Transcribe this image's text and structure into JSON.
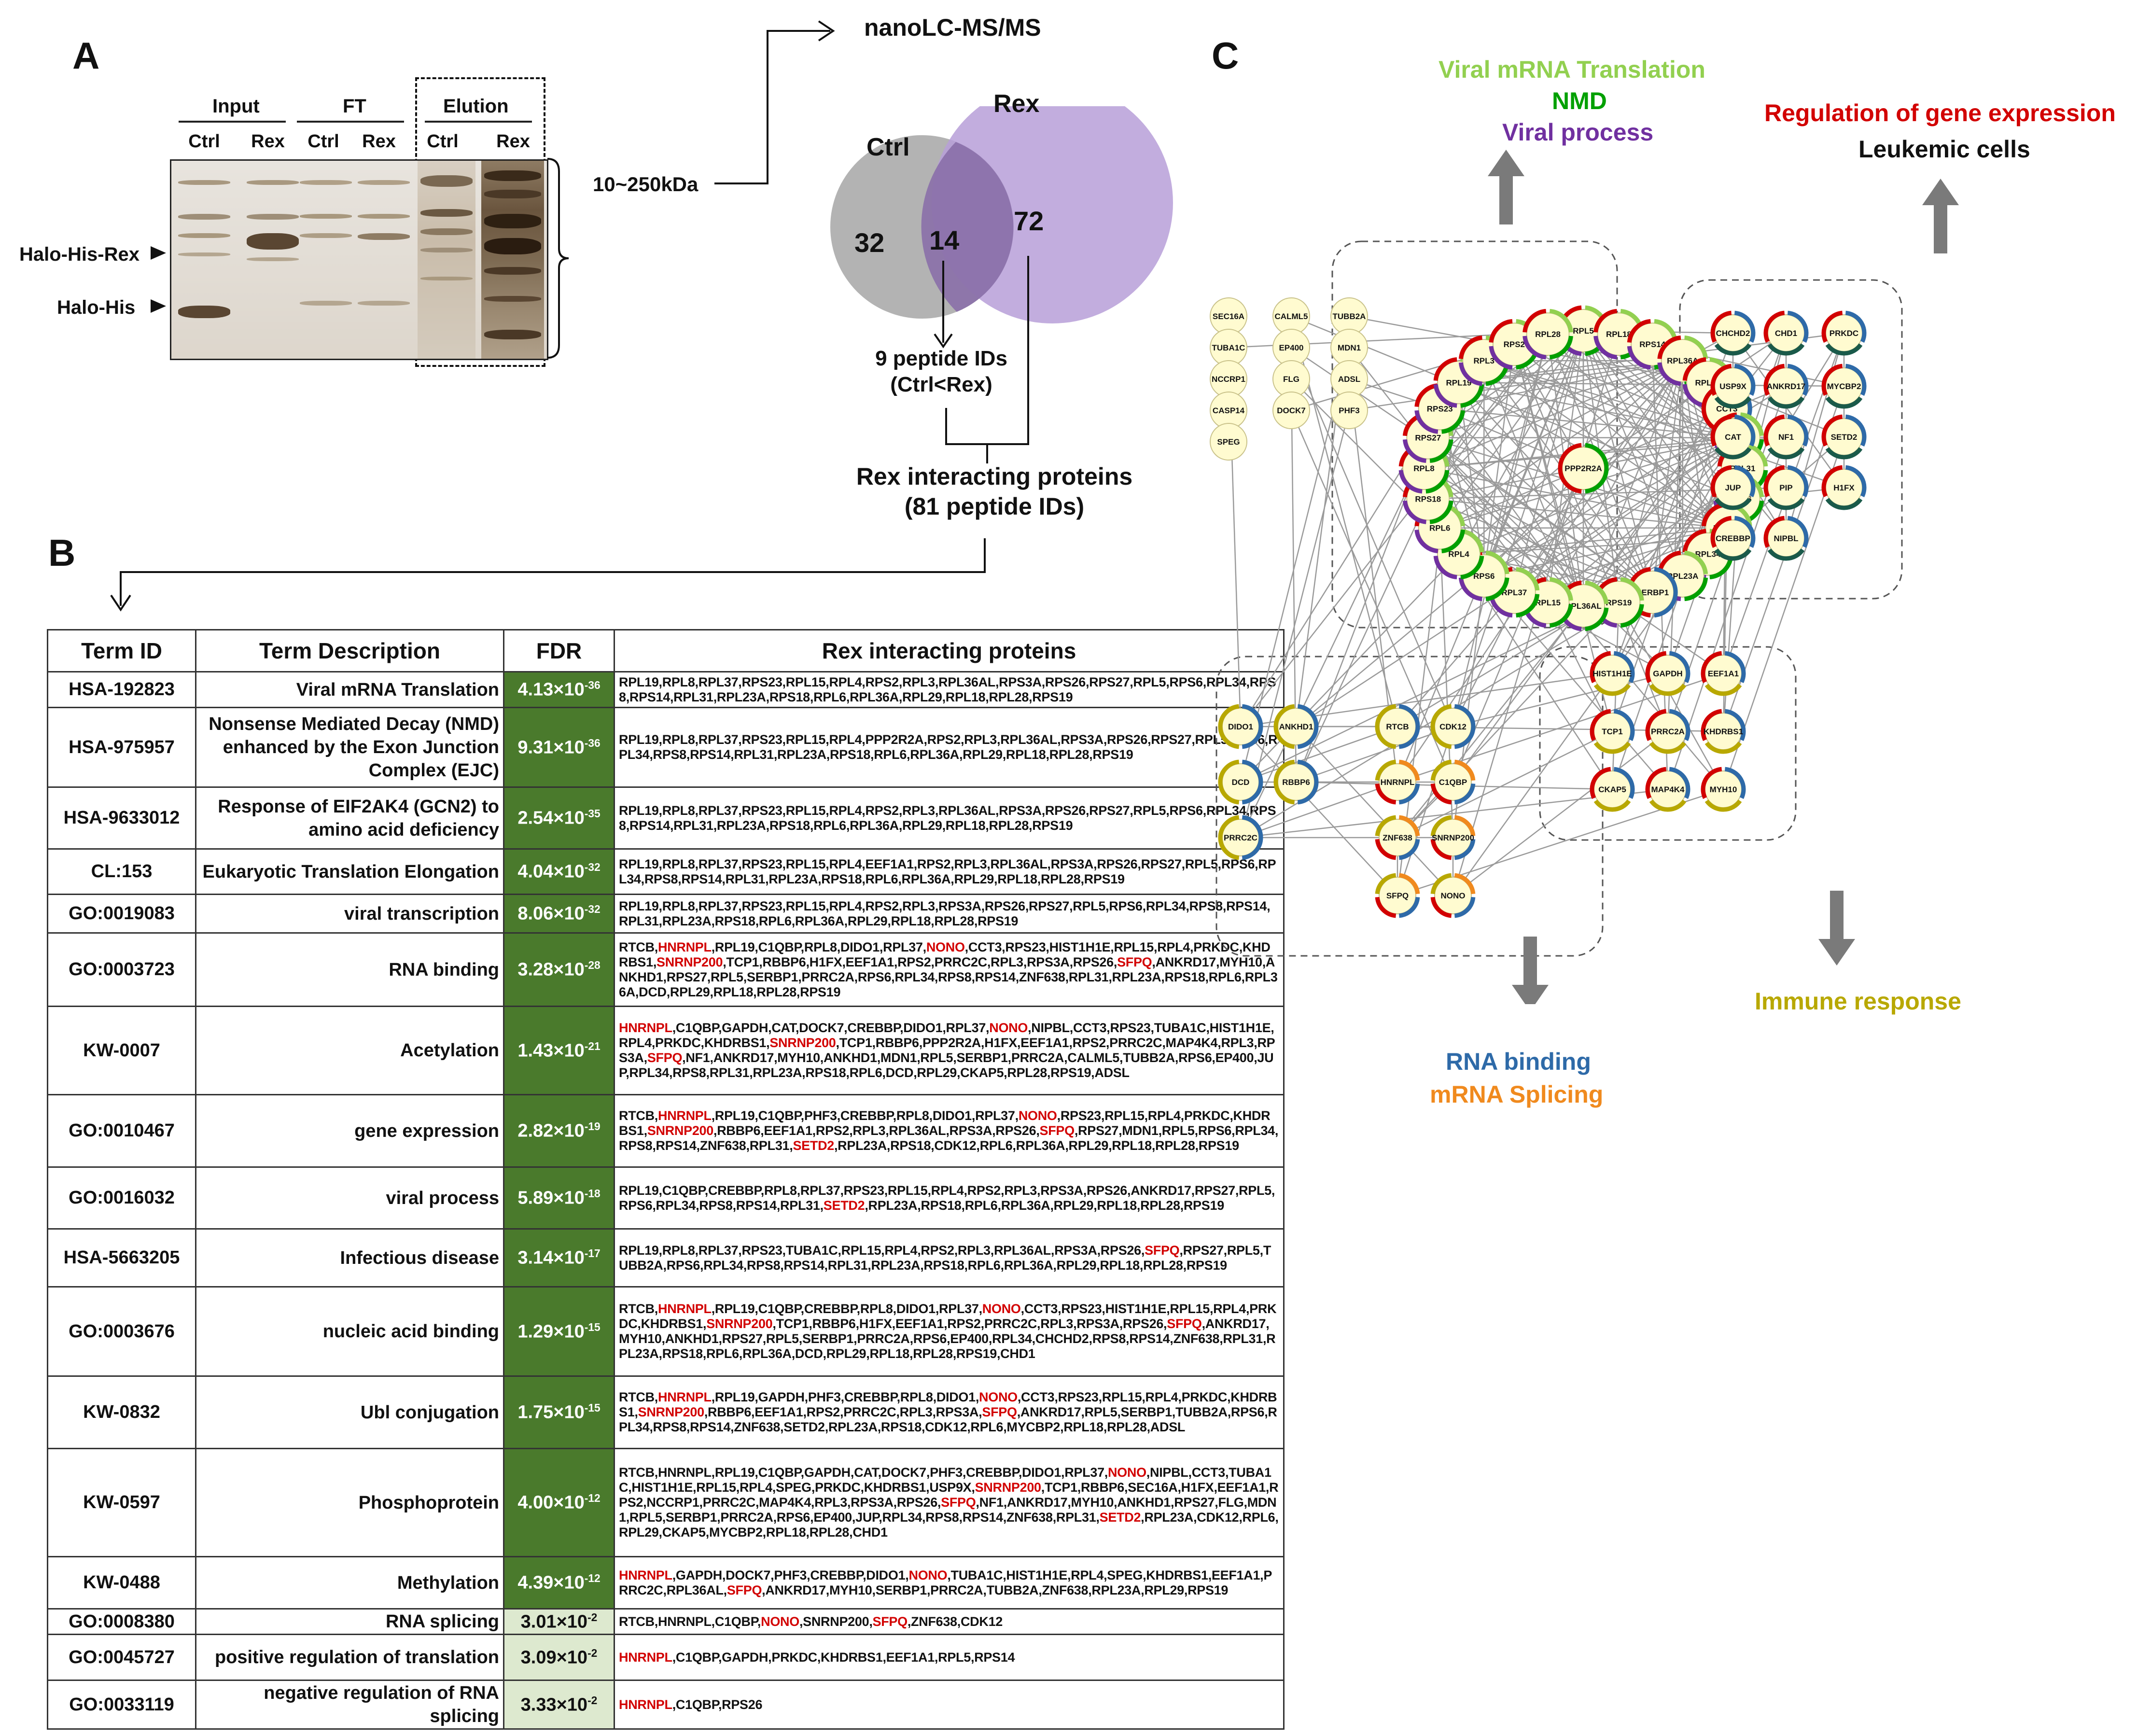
{
  "panels": {
    "a": "A",
    "b": "B",
    "c": "C"
  },
  "panel_a": {
    "groups": [
      "Input",
      "FT",
      "Elution"
    ],
    "lanes": [
      "Ctrl",
      "Rex",
      "Ctrl",
      "Rex",
      "Ctrl",
      "Rex"
    ],
    "band_labels": [
      "Halo-His-Rex",
      "Halo-His"
    ],
    "range_label": "10~250kDa",
    "ms_label": "nanoLC-MS/MS",
    "venn": {
      "ctrl_label": "Ctrl",
      "rex_label": "Rex",
      "ctrl_only": "32",
      "overlap": "14",
      "rex_only": "72",
      "overlap_note_line1": "9 peptide IDs",
      "overlap_note_line2": "(Ctrl<Rex)",
      "result_line1": "Rex interacting proteins",
      "result_line2": "(81 peptide IDs)"
    }
  },
  "table": {
    "headers": [
      "Term ID",
      "Term Description",
      "FDR",
      "Rex interacting proteins"
    ],
    "rows": [
      {
        "id": "HSA-192823",
        "desc": "Viral mRNA Translation",
        "fdr_base": "4.13×10",
        "fdr_exp": "-36",
        "light": false,
        "proteins": "RPL19,RPL8,RPL37,RPS23,RPL15,RPL4,RPS2,RPL3,RPL36AL,RPS3A,RPS26,RPS27,RPL5,RPS6,RPL34,RPS8,RPS14,RPL31,RPL23A,RPS18,RPL6,RPL36A,RPL29,RPL18,RPL28,RPS19"
      },
      {
        "id": "HSA-975957",
        "desc": "Nonsense Mediated Decay (NMD) enhanced by the Exon Junction Complex (EJC)",
        "fdr_base": "9.31×10",
        "fdr_exp": "-36",
        "light": false,
        "proteins": "RPL19,RPL8,RPL37,RPS23,RPL15,RPL4,PPP2R2A,RPS2,RPL3,RPL36AL,RPS3A,RPS26,RPS27,RPL5,RPS6,RPL34,RPS8,RPS14,RPL31,RPL23A,RPS18,RPL6,RPL36A,RPL29,RPL18,RPL28,RPS19"
      },
      {
        "id": "HSA-9633012",
        "desc": "Response of EIF2AK4 (GCN2) to amino acid deficiency",
        "fdr_base": "2.54×10",
        "fdr_exp": "-35",
        "light": false,
        "proteins": "RPL19,RPL8,RPL37,RPS23,RPL15,RPL4,RPS2,RPL3,RPL36AL,RPS3A,RPS26,RPS27,RPL5,RPS6,RPL34,RPS8,RPS14,RPL31,RPL23A,RPS18,RPL6,RPL36A,RPL29,RPL18,RPL28,RPS19"
      },
      {
        "id": "CL:153",
        "desc": "Eukaryotic Translation Elongation",
        "fdr_base": "4.04×10",
        "fdr_exp": "-32",
        "light": false,
        "proteins": "RPL19,RPL8,RPL37,RPS23,RPL15,RPL4,EEF1A1,RPS2,RPL3,RPL36AL,RPS3A,RPS26,RPS27,RPL5,RPS6,RPL34,RPS8,RPS14,RPL31,RPL23A,RPS18,RPL6,RPL36A,RPL29,RPL18,RPL28,RPS19"
      },
      {
        "id": "GO:0019083",
        "desc": "viral transcription",
        "fdr_base": "8.06×10",
        "fdr_exp": "-32",
        "light": false,
        "proteins": "RPL19,RPL8,RPL37,RPS23,RPL15,RPL4,RPS2,RPL3,RPS3A,RPS26,RPS27,RPL5,RPS6,RPL34,RPS8,RPS14,RPL31,RPL23A,RPS18,RPL6,RPL36A,RPL29,RPL18,RPL28,RPS19"
      },
      {
        "id": "GO:0003723",
        "desc": "RNA binding",
        "fdr_base": "3.28×10",
        "fdr_exp": "-28",
        "light": false,
        "proteins": "RTCB,<r>HNRNPL</r>,RPL19,C1QBP,RPL8,DIDO1,RPL37,<r>NONO</r>,CCT3,RPS23,HIST1H1E,RPL15,RPL4,PRKDC,KHDRBS1,<r>SNRNP200</r>,TCP1,RBBP6,H1FX,EEF1A1,RPS2,PRRC2C,RPL3,RPS3A,RPS26,<r>SFPQ</r>,ANKRD17,MYH10,ANKHD1,RPS27,RPL5,SERBP1,PRRC2A,RPS6,RPL34,RPS8,RPS14,ZNF638,RPL31,RPL23A,RPS18,RPL6,RPL36A,DCD,RPL29,RPL18,RPL28,RPS19"
      },
      {
        "id": "KW-0007",
        "desc": "Acetylation",
        "fdr_base": "1.43×10",
        "fdr_exp": "-21",
        "light": false,
        "proteins": "<r>HNRNPL</r>,C1QBP,GAPDH,CAT,DOCK7,CREBBP,DIDO1,RPL37,<r>NONO</r>,NIPBL,CCT3,RPS23,TUBA1C,HIST1H1E,RPL4,PRKDC,KHDRBS1,<r>SNRNP200</r>,TCP1,RBBP6,PPP2R2A,H1FX,EEF1A1,RPS2,PRRC2C,MAP4K4,RPL3,RPS3A,<r>SFPQ</r>,NF1,ANKRD17,MYH10,ANKHD1,MDN1,RPL5,SERBP1,PRRC2A,CALML5,TUBB2A,RPS6,EP400,JUP,RPL34,RPS8,RPL31,RPL23A,RPS18,RPL6,DCD,RPL29,CKAP5,RPL28,RPS19,ADSL"
      },
      {
        "id": "GO:0010467",
        "desc": "gene expression",
        "fdr_base": "2.82×10",
        "fdr_exp": "-19",
        "light": false,
        "proteins": "RTCB,<r>HNRNPL</r>,RPL19,C1QBP,PHF3,CREBBP,RPL8,DIDO1,RPL37,<r>NONO</r>,RPS23,RPL15,RPL4,PRKDC,KHDRBS1,<r>SNRNP200</r>,RBBP6,EEF1A1,RPS2,RPL3,RPL36AL,RPS3A,RPS26,<r>SFPQ</r>,RPS27,MDN1,RPL5,RPS6,RPL34,RPS8,RPS14,ZNF638,RPL31,<r>SETD2</r>,RPL23A,RPS18,CDK12,RPL6,RPL36A,RPL29,RPL18,RPL28,RPS19"
      },
      {
        "id": "GO:0016032",
        "desc": "viral process",
        "fdr_base": "5.89×10",
        "fdr_exp": "-18",
        "light": false,
        "proteins": "RPL19,C1QBP,CREBBP,RPL8,RPL37,RPS23,RPL15,RPL4,RPS2,RPL3,RPS3A,RPS26,ANKRD17,RPS27,RPL5,RPS6,RPL34,RPS8,RPS14,RPL31,<r>SETD2</r>,RPL23A,RPS18,RPL6,RPL36A,RPL29,RPL18,RPL28,RPS19"
      },
      {
        "id": "HSA-5663205",
        "desc": "Infectious disease",
        "fdr_base": "3.14×10",
        "fdr_exp": "-17",
        "light": false,
        "proteins": "RPL19,RPL8,RPL37,RPS23,TUBA1C,RPL15,RPL4,RPS2,RPL3,RPL36AL,RPS3A,RPS26,<r>SFPQ</r>,RPS27,RPL5,TUBB2A,RPS6,RPL34,RPS8,RPS14,RPL31,RPL23A,RPS18,RPL6,RPL36A,RPL29,RPL18,RPL28,RPS19"
      },
      {
        "id": "GO:0003676",
        "desc": "nucleic acid binding",
        "fdr_base": "1.29×10",
        "fdr_exp": "-15",
        "light": false,
        "proteins": "RTCB,<r>HNRNPL</r>,RPL19,C1QBP,CREBBP,RPL8,DIDO1,RPL37,<r>NONO</r>,CCT3,RPS23,HIST1H1E,RPL15,RPL4,PRKDC,KHDRBS1,<r>SNRNP200</r>,TCP1,RBBP6,H1FX,EEF1A1,RPS2,PRRC2C,RPL3,RPS3A,RPS26,<r>SFPQ</r>,ANKRD17,MYH10,ANKHD1,RPS27,RPL5,SERBP1,PRRC2A,RPS6,EP400,RPL34,CHCHD2,RPS8,RPS14,ZNF638,RPL31,RPL23A,RPS18,RPL6,RPL36A,DCD,RPL29,RPL18,RPL28,RPS19,CHD1"
      },
      {
        "id": "KW-0832",
        "desc": "Ubl conjugation",
        "fdr_base": "1.75×10",
        "fdr_exp": "-15",
        "light": false,
        "proteins": "RTCB,<r>HNRNPL</r>,RPL19,GAPDH,PHF3,CREBBP,RPL8,DIDO1,<r>NONO</r>,CCT3,RPS23,RPL15,RPL4,PRKDC,KHDRBS1,<r>SNRNP200</r>,RBBP6,EEF1A1,RPS2,PRRC2C,RPL3,RPS3A,<r>SFPQ</r>,ANKRD17,RPL5,SERBP1,TUBB2A,RPS6,RPL34,RPS8,RPS14,ZNF638,SETD2,RPL23A,RPS18,CDK12,RPL6,MYCBP2,RPL18,RPL28,ADSL"
      },
      {
        "id": "KW-0597",
        "desc": "Phosphoprotein",
        "fdr_base": "4.00×10",
        "fdr_exp": "-12",
        "light": false,
        "proteins": "RTCB,HNRNPL,RPL19,C1QBP,GAPDH,CAT,DOCK7,PHF3,CREBBP,DIDO1,RPL37,<r>NONO</r>,NIPBL,CCT3,TUBA1C,HIST1H1E,RPL15,RPL4,SPEG,PRKDC,KHDRBS1,USP9X,<r>SNRNP200</r>,TCP1,RBBP6,SEC16A,H1FX,EEF1A1,RPS2,NCCRP1,PRRC2C,MAP4K4,RPL3,RPS3A,RPS26,<r>SFPQ</r>,NF1,ANKRD17,MYH10,ANKHD1,RPS27,FLG,MDN1,RPL5,SERBP1,PRRC2A,RPS6,EP400,JUP,RPL34,RPS8,RPS14,ZNF638,RPL31,<r>SETD2</r>,RPL23A,CDK12,RPL6,RPL29,CKAP5,MYCBP2,RPL18,RPL28,CHD1"
      },
      {
        "id": "KW-0488",
        "desc": "Methylation",
        "fdr_base": "4.39×10",
        "fdr_exp": "-12",
        "light": false,
        "proteins": "<r>HNRNPL</r>,GAPDH,DOCK7,PHF3,CREBBP,DIDO1,<r>NONO</r>,TUBA1C,HIST1H1E,RPL4,SPEG,KHDRBS1,EEF1A1,PRRC2C,RPL36AL,<r>SFPQ</r>,ANKRD17,MYH10,SERBP1,PRRC2A,TUBB2A,ZNF638,RPL23A,RPL29,RPS19"
      },
      {
        "id": "GO:0008380",
        "desc": "RNA splicing",
        "fdr_base": "3.01×10",
        "fdr_exp": "-2",
        "light": true,
        "proteins": "RTCB,HNRNPL,C1QBP,<r>NONO</r>,SNRNP200,<r>SFPQ</r>,ZNF638,CDK12"
      },
      {
        "id": "GO:0045727",
        "desc": "positive regulation of translation",
        "fdr_base": "3.09×10",
        "fdr_exp": "-2",
        "light": true,
        "proteins": "<r>HNRNPL</r>,C1QBP,GAPDH,PRKDC,KHDRBS1,EEF1A1,RPL5,RPS14"
      },
      {
        "id": "GO:0033119",
        "desc": "negative regulation of RNA splicing",
        "fdr_base": "3.33×10",
        "fdr_exp": "-2",
        "light": true,
        "proteins": "<r>HNRNPL</r>,C1QBP,RPS26"
      }
    ]
  },
  "panel_c": {
    "annotations": {
      "viral_translation": "Viral mRNA Translation",
      "nmd": "NMD",
      "viral_process": "Viral process",
      "gene_expression": "Regulation of gene expression",
      "leukemic": "Leukemic cells",
      "rna_binding": "RNA binding",
      "mrna_splicing": "mRNA Splicing",
      "immune": "Immune response"
    },
    "colors": {
      "viral_translation": "#92d050",
      "nmd": "#00a000",
      "viral_process": "#7030a0",
      "gene_expression": "#d20000",
      "rna_binding": "#2e6aa8",
      "splicing": "#f08a1e",
      "immune": "#b8a800",
      "leukemic": "#1a5a4a"
    },
    "nodes": {
      "isolated": [
        "SEC16A",
        "CALML5",
        "TUBB2A",
        "TUBA1C",
        "EP400",
        "MDN1",
        "NCCRP1",
        "FLG",
        "ADSL",
        "CASP14",
        "DOCK7",
        "PHF3",
        "SPEG"
      ],
      "ribosome": [
        "RPL5",
        "RPL18",
        "RPS14",
        "RPL36A",
        "RPL29",
        "CCT3",
        "RPS8",
        "RPL31",
        "RPS26",
        "RPS3A",
        "RPL34",
        "RPL23A",
        "SERBP1",
        "RPS19",
        "PPP2R2A",
        "RPL36AL",
        "RPL15",
        "RPL37",
        "RPS6",
        "RPL4",
        "RPL6",
        "RPS18",
        "RPL8",
        "RPS27",
        "RPS23",
        "RPL19",
        "RPL3",
        "RPS2",
        "RPL28"
      ],
      "gene_reg": [
        "CHCHD2",
        "CHD1",
        "PRKDC",
        "USP9X",
        "ANKRD17",
        "MYCBP2",
        "CAT",
        "NF1",
        "SETD2",
        "JUP",
        "PIP",
        "H1FX",
        "CREBBP",
        "NIPBL"
      ],
      "immune": [
        "HIST1H1E",
        "GAPDH",
        "EEF1A1",
        "TCP1",
        "PRRC2A",
        "KHDRBS1",
        "CKAP5",
        "MAP4K4",
        "MYH10"
      ],
      "rna": [
        "DIDO1",
        "ANKHD1",
        "RTCB",
        "CDK12",
        "DCD",
        "RBBP6",
        "HNRNPL",
        "C1QBP",
        "PRRC2C",
        "ZNF638",
        "SNRNP200",
        "SFPQ",
        "NONO"
      ]
    }
  }
}
